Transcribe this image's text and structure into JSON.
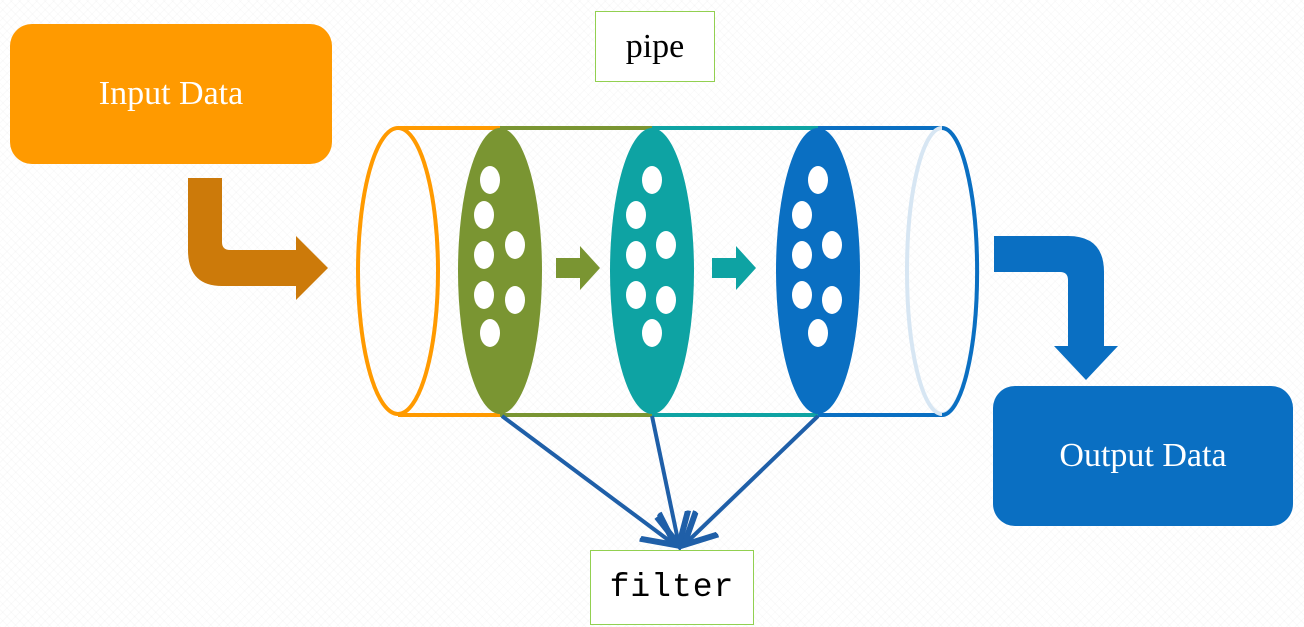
{
  "labels": {
    "input": "Input Data",
    "output": "Output Data",
    "pipe": "pipe",
    "filter": "filter"
  },
  "colors": {
    "input_box": "#ff9a00",
    "input_arrow": "#cc7a0a",
    "output_box": "#0a6fc2",
    "pipe_outline_orange": "#ff9a00",
    "filter_1": "#7a9532",
    "filter_2": "#0ea3a3",
    "filter_3": "#0a6fc2",
    "pointer_arrows": "#1f5fa8",
    "label_border": "#92d050"
  },
  "icons": [
    "bent-arrow-input-icon",
    "bent-arrow-output-icon",
    "flow-arrow-icon"
  ]
}
